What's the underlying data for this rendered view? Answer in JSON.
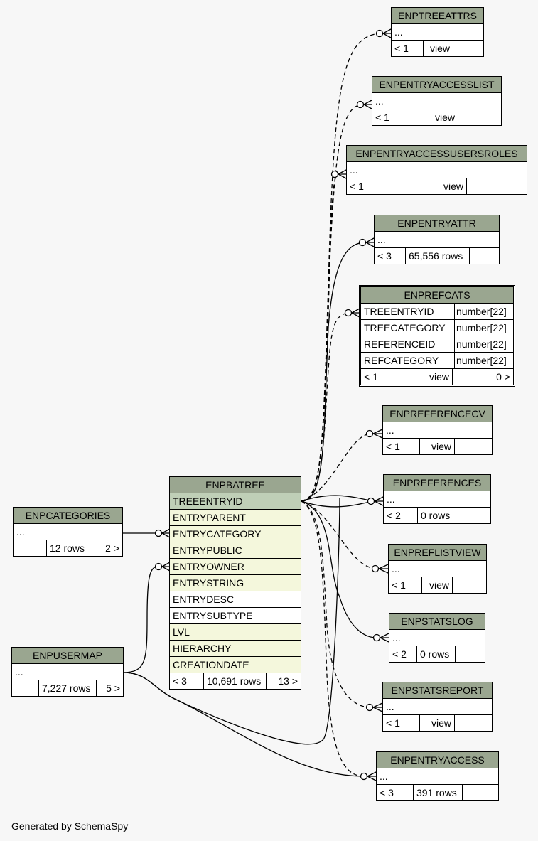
{
  "footer": "Generated by SchemaSpy",
  "tables": {
    "enptreeattrs": {
      "name": "ENPTREEATTRS",
      "ellipsis": "...",
      "foot": [
        "< 1",
        "view",
        ""
      ]
    },
    "enpentryaccesslist": {
      "name": "ENPENTRYACCESSLIST",
      "ellipsis": "...",
      "foot": [
        "< 1",
        "view",
        ""
      ]
    },
    "enpentryaccessusersroles": {
      "name": "ENPENTRYACCESSUSERSROLES",
      "ellipsis": "...",
      "foot": [
        "< 1",
        "view",
        ""
      ]
    },
    "enpentryattr": {
      "name": "ENPENTRYATTR",
      "ellipsis": "...",
      "foot": [
        "< 3",
        "65,556 rows",
        ""
      ]
    },
    "enprefcats": {
      "name": "ENPREFCATS",
      "columns": [
        {
          "name": "TREEENTRYID",
          "type": "number[22]"
        },
        {
          "name": "TREECATEGORY",
          "type": "number[22]"
        },
        {
          "name": "REFERENCEID",
          "type": "number[22]"
        },
        {
          "name": "REFCATEGORY",
          "type": "number[22]"
        }
      ],
      "foot": [
        "< 1",
        "view",
        "0 >"
      ]
    },
    "enpreferencecv": {
      "name": "ENPREFERENCECV",
      "ellipsis": "...",
      "foot": [
        "< 1",
        "view",
        ""
      ]
    },
    "enpreferences": {
      "name": "ENPREFERENCES",
      "ellipsis": "...",
      "foot": [
        "< 2",
        "0 rows",
        ""
      ]
    },
    "enpreflistview": {
      "name": "ENPREFLISTVIEW",
      "ellipsis": "...",
      "foot": [
        "< 1",
        "view",
        ""
      ]
    },
    "enpstatslog": {
      "name": "ENPSTATSLOG",
      "ellipsis": "...",
      "foot": [
        "< 2",
        "0 rows",
        ""
      ]
    },
    "enpstatsreport": {
      "name": "ENPSTATSREPORT",
      "ellipsis": "...",
      "foot": [
        "< 1",
        "view",
        ""
      ]
    },
    "enpentryaccess": {
      "name": "ENPENTRYACCESS",
      "ellipsis": "...",
      "foot": [
        "< 3",
        "391 rows",
        ""
      ]
    },
    "enpbatree": {
      "name": "ENPBATREE",
      "columns": [
        "TREEENTRYID",
        "ENTRYPARENT",
        "ENTRYCATEGORY",
        "ENTRYPUBLIC",
        "ENTRYOWNER",
        "ENTRYSTRING",
        "ENTRYDESC",
        "ENTRYSUBTYPE",
        "LVL",
        "HIERARCHY",
        "CREATIONDATE"
      ],
      "foot": [
        "< 3",
        "10,691 rows",
        "13 >"
      ]
    },
    "enpcategories": {
      "name": "ENPCATEGORIES",
      "ellipsis": "...",
      "foot": [
        "",
        "12 rows",
        "2 >"
      ]
    },
    "enpusermap": {
      "name": "ENPUSERMAP",
      "ellipsis": "...",
      "foot": [
        "",
        "7,227 rows",
        "5 >"
      ]
    }
  }
}
